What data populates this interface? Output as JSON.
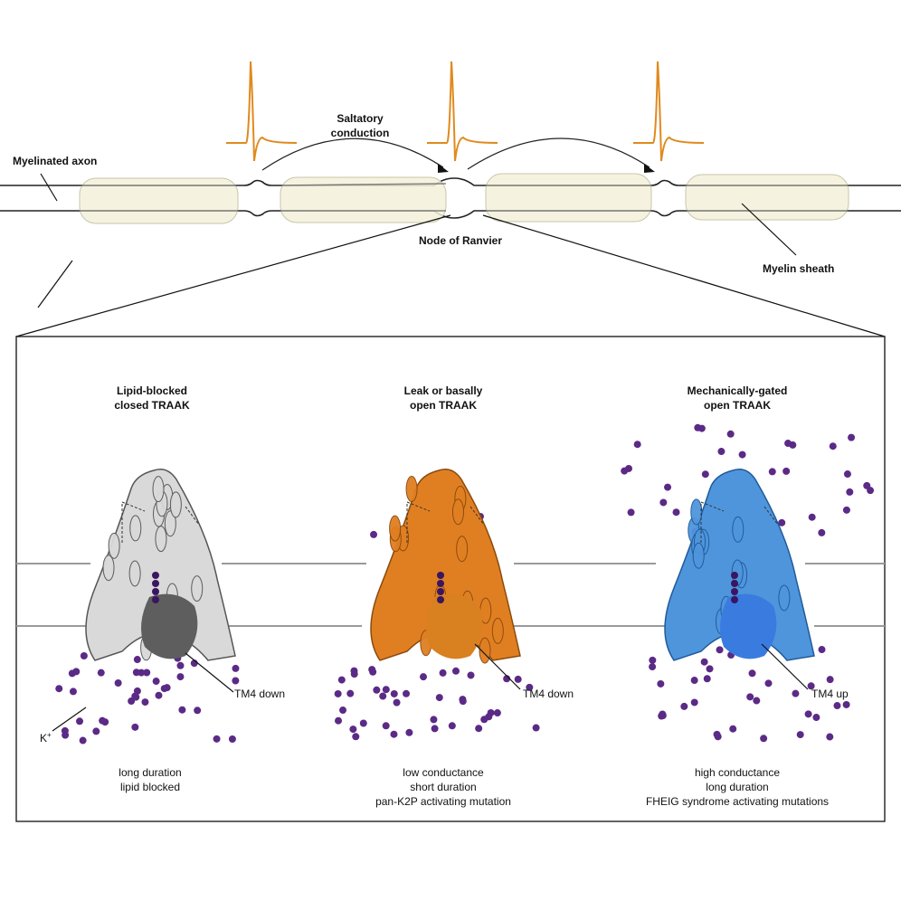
{
  "top": {
    "myelinated_axon": "Myelinated axon",
    "saltatory_line1": "Saltatory",
    "saltatory_line2": "conduction",
    "node_of_ranvier": "Node of Ranvier",
    "myelin_sheath": "Myelin sheath"
  },
  "panels": [
    {
      "title1": "Lipid-blocked",
      "title2": "closed TRAAK",
      "tm4": "TM4 down",
      "desc": [
        "long duration",
        "lipid blocked"
      ],
      "color": "#d9d9d9",
      "surface": "#5e5e5e"
    },
    {
      "title1": "Leak or basally",
      "title2": "open TRAAK",
      "tm4": "TM4 down",
      "desc": [
        "low conductance",
        "short duration",
        "pan-K2P activating mutation"
      ],
      "color": "#e07f22",
      "surface": "#d98020"
    },
    {
      "title1": "Mechanically-gated",
      "title2": "open TRAAK",
      "tm4": "TM4 up",
      "desc": [
        "high conductance",
        "long duration",
        "FHEIG syndrome activating mutations"
      ],
      "color": "#4f95dc",
      "surface": "#3a7be0"
    }
  ],
  "ion_label": "K",
  "ion_charge": "+",
  "colors": {
    "ap": "#e08a1e",
    "ion": "#5b2a86",
    "sheath": "#f3f1da",
    "membrane": "#9a9a9a"
  }
}
